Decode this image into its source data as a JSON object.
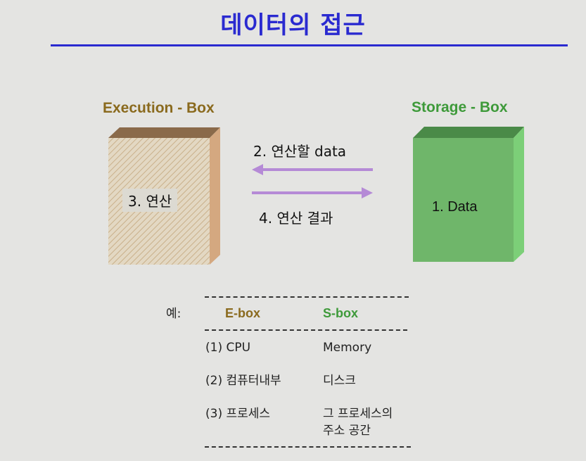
{
  "title": "데이터의 접근",
  "colors": {
    "title": "#2a2ad0",
    "exec": "#8a6a1e",
    "storage": "#3e9a3a",
    "arrow": "#b58ad6"
  },
  "execution_box": {
    "label": "Execution - Box",
    "content": "3.  연산"
  },
  "storage_box": {
    "label": "Storage - Box",
    "content": "1. Data"
  },
  "arrows": {
    "to_execution": "2.  연산할 data",
    "to_storage": "4.  연산 결과"
  },
  "example": {
    "label": "예:",
    "headers": {
      "ebox": "E-box",
      "sbox": "S-box"
    },
    "rows": [
      {
        "e": "(1) CPU",
        "s": "Memory"
      },
      {
        "e": "(2) 컴퓨터내부",
        "s": "디스크"
      },
      {
        "e": "(3) 프로세스",
        "s": "그 프로세스의",
        "s2": "주소 공간"
      }
    ]
  }
}
